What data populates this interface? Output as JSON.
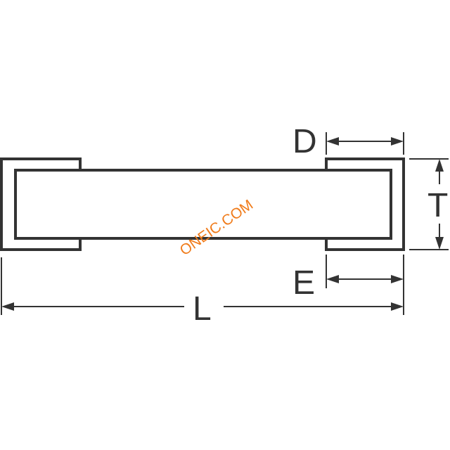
{
  "dimensions": {
    "D": "D",
    "T": "T",
    "E": "E",
    "L": "L"
  },
  "watermark": {
    "text": "ONEIC.COM",
    "color": "#f07b1a"
  },
  "colors": {
    "line": "#333333",
    "background": "#ffffff"
  }
}
